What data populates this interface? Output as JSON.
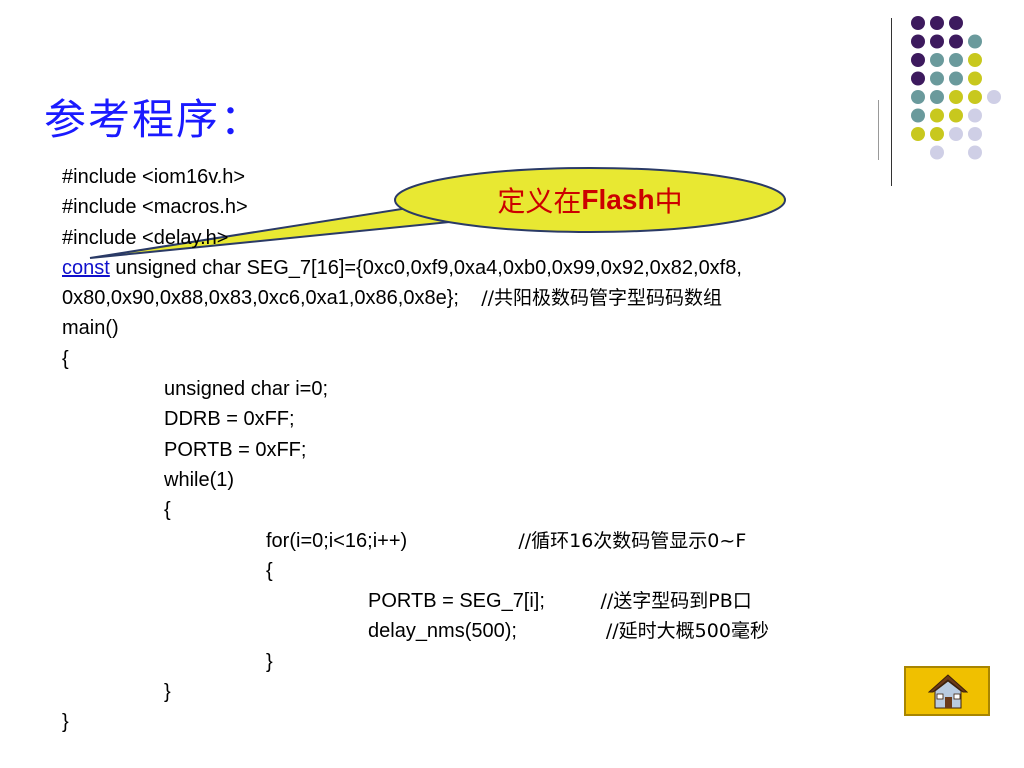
{
  "slide": {
    "title": "参考程序：",
    "callout": {
      "prefix": "定义在",
      "bold": "Flash",
      "suffix": "中"
    },
    "code": {
      "inc1": "#include <iom16v.h>",
      "inc2": "#include <macros.h>",
      "inc3": "#include <delay.h>",
      "const_kw": "const",
      "decl_rest": " unsigned char SEG_7[16]={0xc0,0xf9,0xa4,0xb0,0x99,0x92,0x82,0xf8,",
      "decl_cont": "0x80,0x90,0x88,0x83,0xc6,0xa1,0x86,0x8e};    ",
      "decl_comment": "//共阳极数码管字型码码数组",
      "main": "main()",
      "open1": "{",
      "var": "unsigned char i=0;",
      "ddrb": "DDRB = 0xFF;",
      "portb": "PORTB = 0xFF;",
      "while": "while(1)",
      "open2": "{",
      "for": "for(i=0;i<16;i++)                    ",
      "for_comment": "//循环16次数码管显示0~F",
      "open3": "{",
      "assign": "PORTB = SEG_7[i];          ",
      "assign_comment": "//送字型码到PB口",
      "delay": "delay_nms(500);                ",
      "delay_comment": "//延时大概500毫秒",
      "close3": "}",
      "close2": "}",
      "close1": "}"
    }
  },
  "decor": {
    "dot_colors": {
      "purple": "#3d1a5e",
      "teal": "#6a9a9c",
      "olive": "#c8c81e",
      "lavender": "#cfcfe6"
    },
    "dots": [
      [
        "purple",
        "purple",
        "purple",
        ""
      ],
      [
        "purple",
        "purple",
        "purple",
        "teal"
      ],
      [
        "purple",
        "teal",
        "teal",
        "olive"
      ],
      [
        "purple",
        "teal",
        "teal",
        "olive"
      ],
      [
        "teal",
        "teal",
        "olive",
        "olive",
        "lavender"
      ],
      [
        "teal",
        "olive",
        "olive",
        "lavender"
      ],
      [
        "olive",
        "olive",
        "lavender",
        "lavender"
      ],
      [
        "",
        "lavender",
        "",
        "lavender"
      ]
    ]
  },
  "nav": {
    "home_icon": "home-icon",
    "button_color": "#f0c000"
  }
}
